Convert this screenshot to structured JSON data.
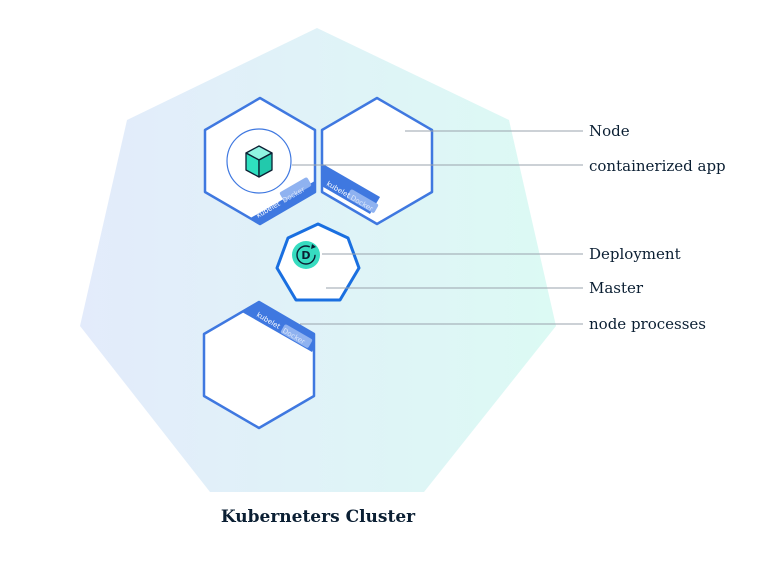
{
  "diagram": {
    "caption": "Kuberneters Cluster",
    "labels": {
      "node": "Node",
      "containerized_app": "containerized app",
      "deployment": "Deployment",
      "master": "Master",
      "node_processes": "node processes"
    },
    "node_tags": {
      "kubelet": "kubelet",
      "docker": "Docker"
    },
    "deployment_badge_letter": "D",
    "colors": {
      "node_stroke": "#3f78e0",
      "master_stroke": "#1a6fe0",
      "tag_band": "#3f78e0",
      "app_cube": "#2fe0c0",
      "badge_fill": "#37dcc0",
      "cluster_gradient_start": "#e3ecfb",
      "cluster_gradient_end": "#dcfaf4",
      "text": "#0b1f33",
      "callout_line": "#9aa3ad"
    }
  }
}
